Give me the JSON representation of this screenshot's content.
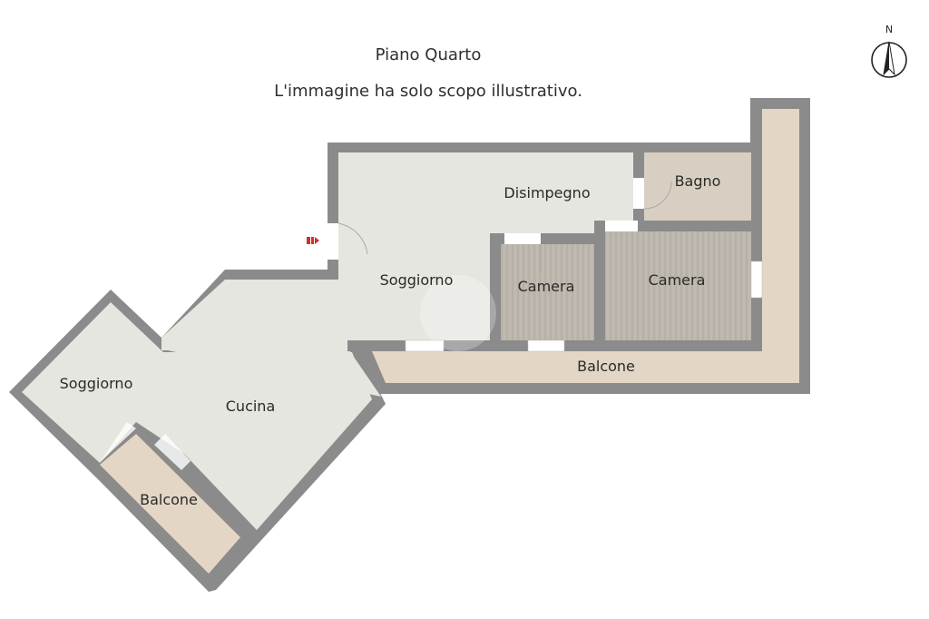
{
  "header": {
    "floor": "Piano Quarto",
    "disclaimer": "L'immagine ha solo scopo illustrativo."
  },
  "compass": {
    "label": "N",
    "icon": "north-arrow-icon"
  },
  "rooms": {
    "disimpegno": "Disimpegno",
    "bagno": "Bagno",
    "soggiorno_main": "Soggiorno",
    "camera_small": "Camera",
    "camera_large": "Camera",
    "balcone_long": "Balcone",
    "soggiorno_side": "Soggiorno",
    "cucina": "Cucina",
    "balcone_small": "Balcone"
  },
  "colors": {
    "wall": "#8b8b8b",
    "living_floor": "#e6e6e0",
    "wood_floor": "#bdb7ad",
    "bath_floor": "#d8cfc2",
    "balcony_floor": "#e3d6c5",
    "entrance_marker": "#d62c2c"
  }
}
